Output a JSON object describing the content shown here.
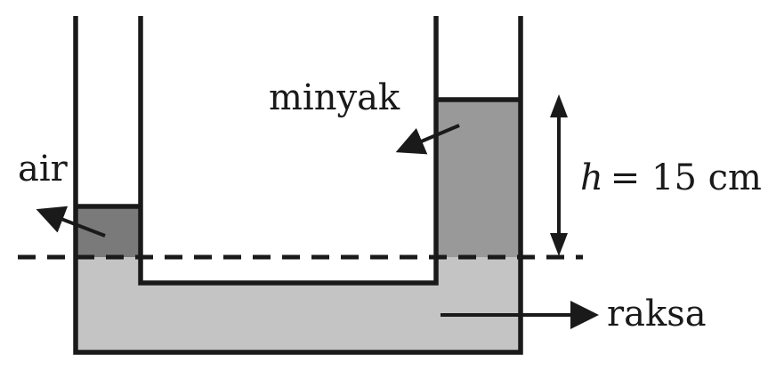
{
  "labels": {
    "water": "air",
    "oil": "minyak",
    "mercury": "raksa",
    "height_var": "h",
    "height_eq": "= 15 cm"
  },
  "colors": {
    "water": "#7a7a7a",
    "oil": "#999999",
    "mercury": "#c4c4c4",
    "line": "#1a1a1a"
  },
  "values": {
    "height_cm": 15
  }
}
